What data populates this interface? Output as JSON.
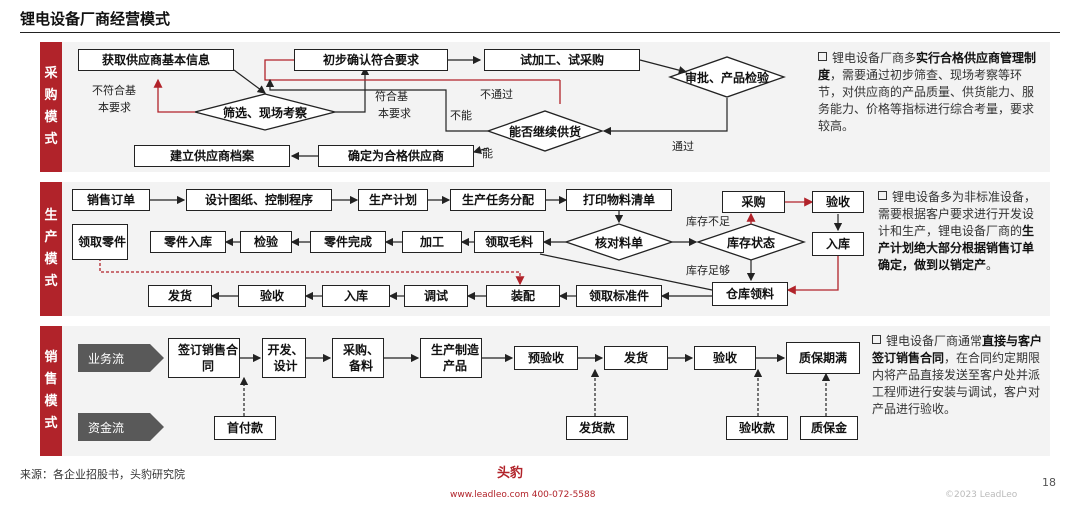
{
  "title": "锂电设备厂商经营模式",
  "sections": {
    "procurement": {
      "label_chars": [
        "采",
        "购",
        "模",
        "式"
      ],
      "boxes": {
        "get_info": "获取供应商基本信息",
        "confirm_req": "初步确认符合要求",
        "trial": "试加工、试采购",
        "archive": "建立供应商档案",
        "confirm_qualified": "确定为合格供应商"
      },
      "diamonds": {
        "screen": "筛选、现场考察",
        "approve": "审批、产品检验",
        "continue": "能否继续供货"
      },
      "labels": {
        "fail_basic": "不符合基本要求",
        "fail_basic_l1": "不符合基",
        "fail_basic_l2": "本要求",
        "meet_basic_l1": "符合基",
        "meet_basic_l2": "本要求",
        "not_pass": "不通过",
        "cannot": "不能",
        "can": "能",
        "pass": "通过"
      },
      "note": {
        "p1": "锂电设备厂商多",
        "b1": "实行合格供应商管理制度",
        "p2": "，需要通过初步筛查、现场考察等环节，对供应商的产品质量、供货能力、服务能力、价格等指标进行综合考量，要求较高。"
      }
    },
    "production": {
      "label_chars": [
        "生",
        "产",
        "模",
        "式"
      ],
      "boxes": {
        "sales_order": "销售订单",
        "design": "设计图纸、控制程序",
        "plan": "生产计划",
        "task": "生产任务分配",
        "bom": "打印物料清单",
        "purchase": "采购",
        "inspect_in": "验收",
        "stock_in": "入库",
        "get_parts": "领取零件",
        "parts_in": "零件入库",
        "check": "检验",
        "parts_done": "零件完成",
        "process": "加工",
        "get_raw": "领取毛料",
        "ship": "发货",
        "accept": "验收",
        "warehouse": "入库",
        "debug": "调试",
        "assemble": "装配",
        "get_std": "领取标准件",
        "store_get": "仓库领料"
      },
      "diamonds": {
        "check_list": "核对料单",
        "stock_state": "库存状态"
      },
      "labels": {
        "stock_short": "库存不足",
        "stock_enough": "库存足够"
      },
      "note": {
        "p1": "锂电设备多为非标准设备，需要根据客户要求进行开发设计和生产，锂电设备厂商的",
        "b1": "生产计划绝大部分根据销售订单确定，做到以销定产",
        "p2": "。"
      }
    },
    "sales": {
      "label_chars": [
        "销",
        "售",
        "模",
        "式"
      ],
      "flows": {
        "business": "业务流",
        "capital": "资金流"
      },
      "boxes": {
        "sign": "签订销售合同",
        "develop": "开发、设计",
        "purchase": "采购、备料",
        "produce": "生产制造产品",
        "pre_accept": "预验收",
        "ship": "发货",
        "accept": "验收",
        "warranty_end": "质保期满"
      },
      "payments": {
        "first": "首付款",
        "ship": "发货款",
        "accept": "验收款",
        "warranty": "质保金"
      },
      "note": {
        "p1": "锂电设备厂商通常",
        "b1": "直接与客户签订销售合同",
        "p2": "，在合同约定期限内将产品直接发送至客户处并派工程师进行安装与调试，客户对产品进行验收。"
      }
    }
  },
  "footer": {
    "source": "来源：各企业招股书，头豹研究院",
    "logo": "头豹",
    "contact": "www.leadleo.com   400-072-5588",
    "copyright": "©2023 LeadLeo",
    "page": "18"
  },
  "colors": {
    "accent": "#b1232a",
    "band": "#f3f3f3",
    "flow_label": "#595959"
  }
}
